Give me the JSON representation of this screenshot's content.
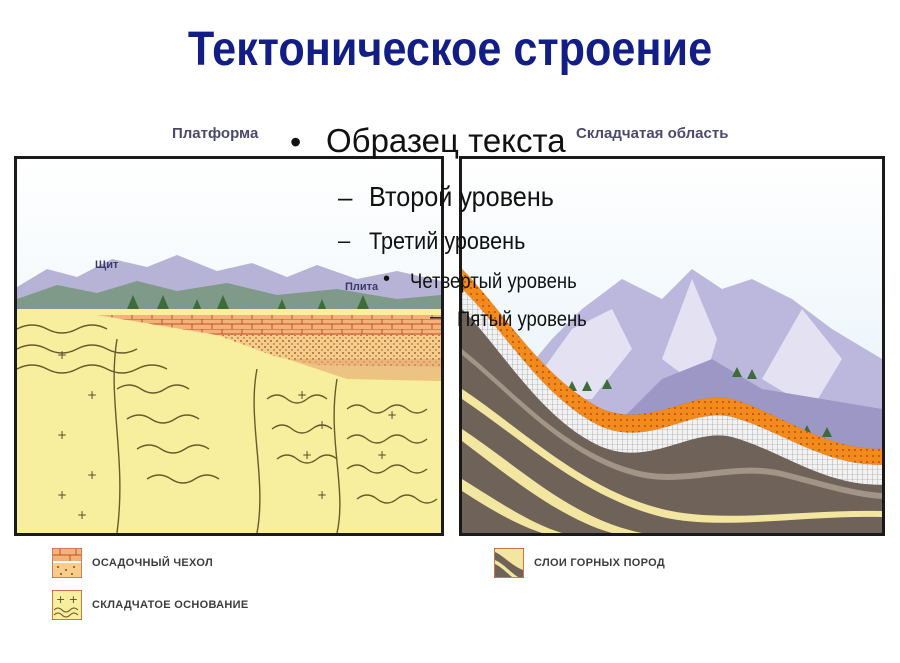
{
  "title": "Тектоническое строение",
  "diagram": {
    "left_caption": "Платформа",
    "right_caption": "Складчатая область",
    "left_labels": {
      "shield": "Щит",
      "plate": "Плита"
    }
  },
  "placeholder": {
    "level1": "Образец текста",
    "level2": "Второй уровень",
    "level3": "Третий уровень",
    "level4": "Четвертый уровень",
    "level5": "Пятый уровень"
  },
  "legend": [
    {
      "label": "ОСАДОЧНЫЙ ЧЕХОЛ"
    },
    {
      "label": "СКЛАДЧАТОЕ ОСНОВАНИЕ"
    },
    {
      "label": "СЛОИ ГОРНЫХ ПОРОД"
    }
  ],
  "colors": {
    "title": "#121e86",
    "basement": "#f7eea0",
    "sediment_brick": "#f0b27a",
    "orange_layer": "#f08a1e",
    "rock_dark": "#6e6259",
    "mountain": "#b8b4d8"
  }
}
